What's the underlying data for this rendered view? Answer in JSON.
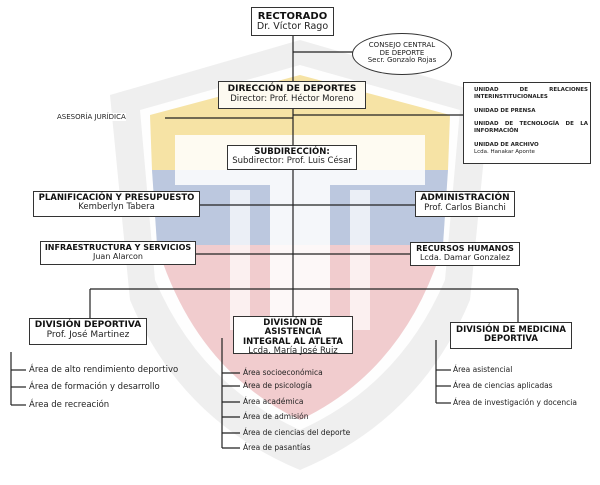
{
  "rectorado": {
    "title": "RECTORADO",
    "subtitle": "Dr. Víctor Rago"
  },
  "consejo": {
    "line1": "CONSEJO CENTRAL",
    "line2": "DE DEPORTE",
    "line3": "Secr. Gonzalo Rojas"
  },
  "direccion": {
    "title": "DIRECCIÓN DE DEPORTES",
    "subtitle": "Director: Prof. Héctor Moreno"
  },
  "asesoria": {
    "label": "ASESORÍA JURÍDICA"
  },
  "units": [
    {
      "label": "UNIDAD DE RELACIONES INTERINSTITUCIONALES"
    },
    {
      "label": "UNIDAD DE PRENSA"
    },
    {
      "label": "UNIDAD DE TECNOLOGÍA DE LA INFORMACIÓN"
    },
    {
      "label": "UNIDAD DE ARCHIVO",
      "sub": "Lcda. Hanakar Aponte"
    }
  ],
  "subdireccion": {
    "title": "SUBDIRECCIÓN:",
    "subtitle": "Subdirector: Prof. Luis César"
  },
  "planificacion": {
    "title": "PLANIFICACIÓN Y PRESUPUESTO",
    "subtitle": "Kemberlyn Tabera"
  },
  "administracion": {
    "title": "ADMINISTRACIÓN",
    "subtitle": "Prof. Carlos Bianchi"
  },
  "infraestructura": {
    "title": "INFRAESTRUCTURA Y SERVICIOS",
    "subtitle": "Juan Alarcon"
  },
  "rrhh": {
    "title": "RECURSOS HUMANOS",
    "subtitle": "Lcda. Damar Gonzalez"
  },
  "div_deportiva": {
    "title": "DIVISIÓN DEPORTIVA",
    "subtitle": "Prof. José Martinez",
    "areas": [
      "Área de alto rendimiento deportivo",
      "Área de formación y desarrollo",
      "Área de recreación"
    ]
  },
  "div_asistencia": {
    "title_line1": "DIVISIÓN DE ASISTENCIA",
    "title_line2": "INTEGRAL AL ATLETA",
    "subtitle": "Lcda. María José Ruiz",
    "areas": [
      "Área socioeconómica",
      "Área de psicología",
      "Área académica",
      "Área de admisión",
      "Área de ciencias del deporte",
      "Área de pasantías"
    ]
  },
  "div_medicina": {
    "title_line1": "DIVISIÓN DE MEDICINA",
    "title_line2": "DEPORTIVA",
    "areas": [
      "Área asistencial",
      "Área de ciencias aplicadas",
      "Área de investigación y docencia"
    ]
  },
  "colors": {
    "shield_yellow": "#f3d987",
    "shield_blue": "#8fa3c9",
    "shield_red": "#e6a3a5",
    "shield_grey": "#e2e2e2",
    "line": "#222222"
  }
}
